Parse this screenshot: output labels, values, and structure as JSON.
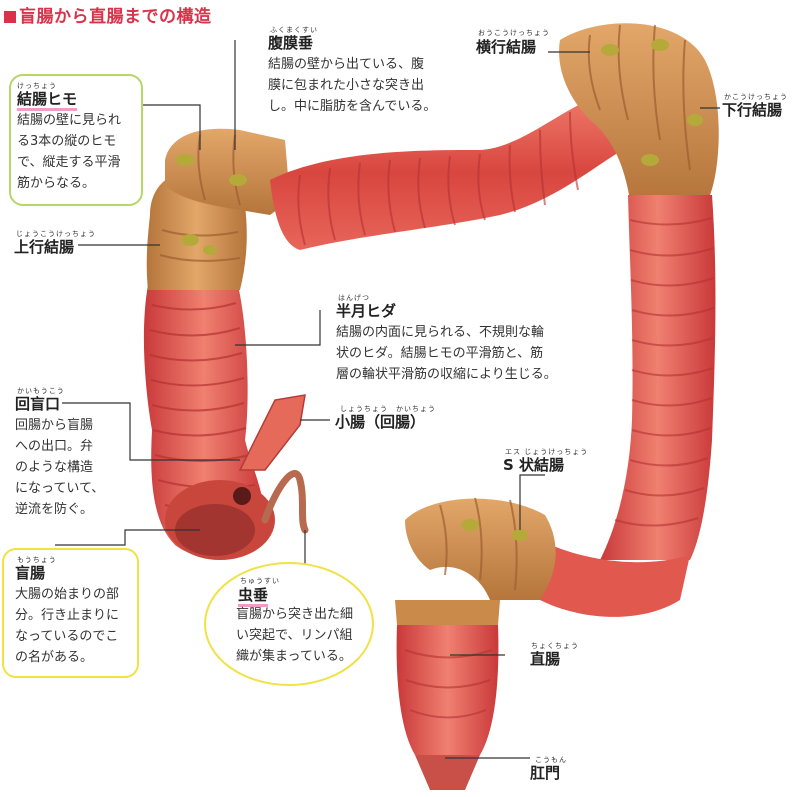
{
  "title": "盲腸から直腸までの構造",
  "labels": {
    "taenia": {
      "ruby": "けっちょう",
      "name": "結腸ヒモ",
      "desc": [
        "結腸の壁に見られ",
        "る3本の縦のヒモ",
        "で、縦走する平滑",
        "筋からなる。"
      ]
    },
    "appendices": {
      "ruby": "ふくまくすい",
      "name": "腹膜垂",
      "desc": [
        "結腸の壁から出ている、腹",
        "膜に包まれた小さな突き出",
        "し。中に脂肪を含んでいる。"
      ]
    },
    "transverse": {
      "ruby": "おうこうけっちょう",
      "name": "横行結腸"
    },
    "descending": {
      "ruby": "かこうけっちょう",
      "name": "下行結腸"
    },
    "ascending": {
      "ruby": "じょうこうけっちょう",
      "name": "上行結腸"
    },
    "semilunar": {
      "ruby": "はんげつ",
      "name": "半月ヒダ",
      "desc": [
        "結腸の内面に見られる、不規則な輪",
        "状のヒダ。結腸ヒモの平滑筋と、筋",
        "層の輪状平滑筋の収縮により生じる。"
      ]
    },
    "ileocecal": {
      "ruby": "かいもうこう",
      "name": "回盲口",
      "desc": [
        "回腸から盲腸",
        "への出口。弁",
        "のような構造",
        "になっていて、",
        "逆流を防ぐ。"
      ]
    },
    "small": {
      "ruby": "しょうちょう　かいちょう",
      "name": "小腸（回腸）"
    },
    "sigmoid": {
      "ruby": "エス じょうけっちょう",
      "name": "S 状結腸"
    },
    "cecum": {
      "ruby": "もうちょう",
      "name": "盲腸",
      "desc": [
        "大腸の始まりの部",
        "分。行き止まりに",
        "なっているのでこ",
        "の名がある。"
      ]
    },
    "appendix": {
      "ruby": "ちゅうすい",
      "name": "虫垂",
      "desc": [
        "盲腸から突き出た細",
        "い突起で、リンパ組",
        "織が集まっている。"
      ]
    },
    "rectum": {
      "ruby": "ちょくちょう",
      "name": "直腸"
    },
    "anus": {
      "ruby": "こうもん",
      "name": "肛門"
    }
  },
  "colors": {
    "title": "#d8334a",
    "green_box": "#b6d66a",
    "yellow_box": "#f0e245",
    "pink_highlight": "#f29cc4",
    "colon_outer": "#c98a4a",
    "colon_inner": "#e0584e"
  }
}
